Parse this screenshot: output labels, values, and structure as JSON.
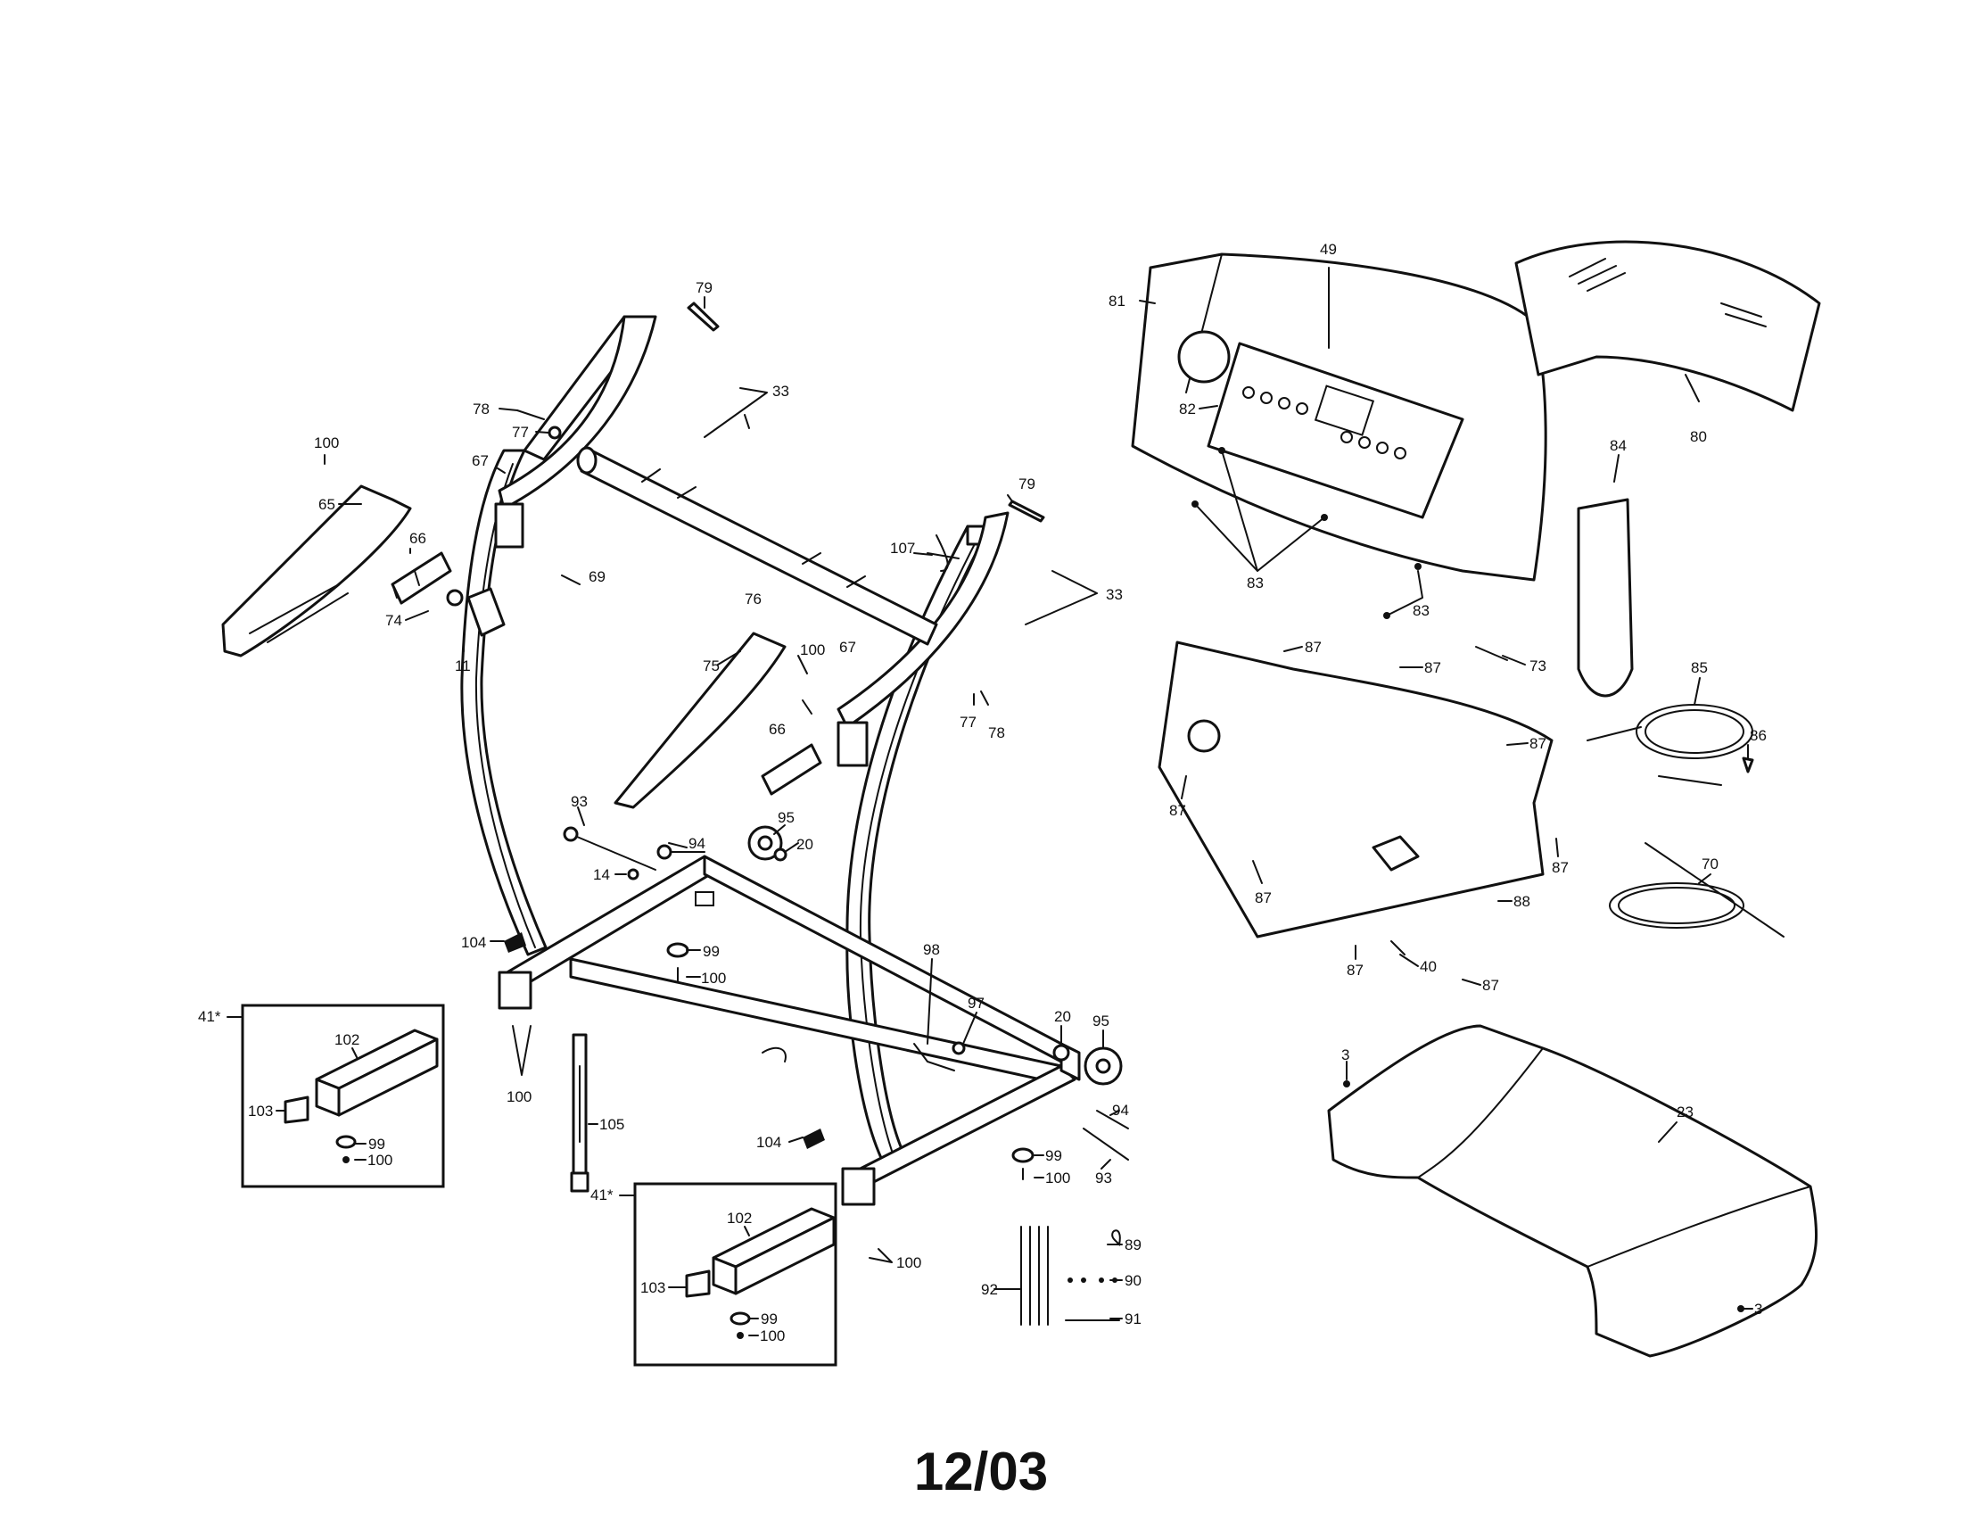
{
  "footer": {
    "code": "12/03"
  },
  "labels": {
    "l100a": "100",
    "l65": "65",
    "l78a": "78",
    "l77a": "77",
    "l67a": "67",
    "l79a": "79",
    "l33a": "33",
    "l66a": "66",
    "l74": "74",
    "l11": "11",
    "l69": "69",
    "l76": "76",
    "l75": "75",
    "l100b": "100",
    "l67b": "67",
    "l66b": "66",
    "l107": "107",
    "l79b": "79",
    "l33b": "33",
    "l77b": "77",
    "l78b": "78",
    "l93a": "93",
    "l94a": "94",
    "l95a": "95",
    "l20a": "20",
    "l14": "14",
    "l104a": "104",
    "l99a": "99",
    "l100c": "100",
    "l41a": "41*",
    "l102a": "102",
    "l103a": "103",
    "l99b": "99",
    "l100d": "100",
    "l100e": "100",
    "l105": "105",
    "l98": "98",
    "l97": "97",
    "l20b": "20",
    "l95b": "95",
    "l94b": "94",
    "l104b": "104",
    "l99c": "99",
    "l100f": "100",
    "l93b": "93",
    "l41b": "41*",
    "l102b": "102",
    "l103b": "103",
    "l99d": "99",
    "l100g": "100",
    "l100h": "100",
    "l89": "89",
    "l92": "92",
    "l90": "90",
    "l91": "91",
    "l49": "49",
    "l81": "81",
    "l82": "82",
    "l83a": "83",
    "l83b": "83",
    "l80": "80",
    "l84": "84",
    "l87a": "87",
    "l87b": "87",
    "l87c": "87",
    "l87d": "87",
    "l87e": "87",
    "l87f": "87",
    "l87g": "87",
    "l87h": "87",
    "l73": "73",
    "l85": "85",
    "l86": "86",
    "l70": "70",
    "l88": "88",
    "l40": "40",
    "l3a": "3",
    "l23": "23",
    "l3b": "3"
  }
}
